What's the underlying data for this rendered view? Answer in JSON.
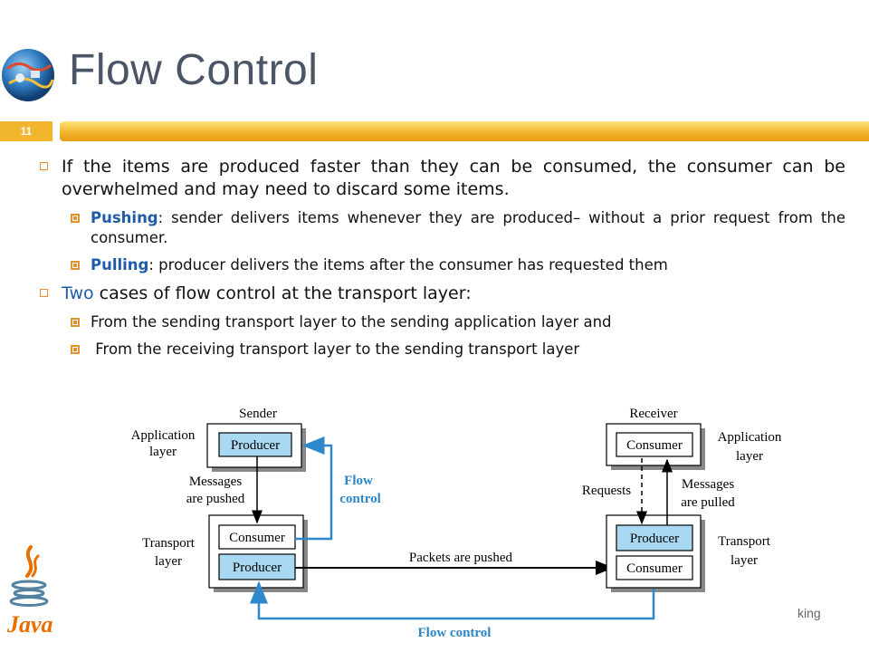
{
  "slide": {
    "title": "Flow Control",
    "number": "11",
    "footer": "king"
  },
  "bullets": {
    "b1": "If the items are produced faster than they can be consumed, the consumer can be overwhelmed and may need to discard some items.",
    "b1_sub": [
      {
        "keyword": "Pushing",
        "text": ": sender delivers items whenever they are produced– without a prior request from the consumer."
      },
      {
        "keyword": "Pulling",
        "text": ": producer delivers the items after the consumer has requested them"
      }
    ],
    "b2_keyword": "Two",
    "b2_rest": " cases of flow control at the transport layer:",
    "b2_sub": [
      "From the sending transport layer to the sending application layer and",
      " From the receiving transport layer to the sending transport layer"
    ]
  },
  "diagram": {
    "sender_title": "Sender",
    "receiver_title": "Receiver",
    "app_layer_left": [
      "Application",
      "layer"
    ],
    "transport_layer_left": [
      "Transport",
      "layer"
    ],
    "app_layer_right": [
      "Application",
      "layer"
    ],
    "transport_layer_right": [
      "Transport",
      "layer"
    ],
    "producer": "Producer",
    "consumer": "Consumer",
    "messages_pushed": [
      "Messages",
      "are pushed"
    ],
    "messages_pulled": [
      "Messages",
      "are pulled"
    ],
    "requests": "Requests",
    "flow_control_right": [
      "Flow",
      "control"
    ],
    "packets_pushed": "Packets are pushed",
    "flow_control_bottom": "Flow control",
    "colors": {
      "box_fill": "#a9d9f2",
      "flow_blue": "#2e88c9",
      "flow_text": "#2a86c8"
    }
  },
  "icons": {
    "logo": "globe-logo-icon",
    "java": "java-logo-icon"
  }
}
